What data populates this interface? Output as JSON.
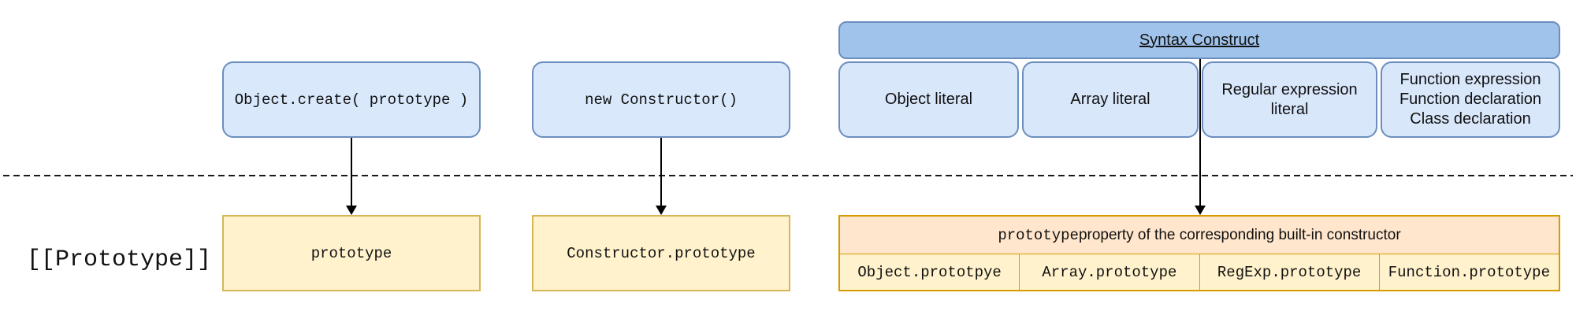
{
  "palette": {
    "blue_fill": "#dae8fc",
    "blue_border": "#6c8ebf",
    "blue_header_fill": "#a0c3eb",
    "yellow_fill": "#fff2cc",
    "yellow_border": "#d6b656",
    "orange_fill": "#ffe6cc",
    "orange_border": "#d79b00",
    "line_color": "#000000"
  },
  "top_row": {
    "object_create_label": "Object.create( prototype )",
    "new_constructor_label": "new Constructor()",
    "syntax_construct": {
      "title": "Syntax Construct",
      "items": {
        "object_literal": "Object literal",
        "array_literal": "Array literal",
        "regexp_literal": "Regular expression literal",
        "function_lines": [
          "Function expression",
          "Function declaration",
          "Class declaration"
        ]
      }
    }
  },
  "bottom_row": {
    "prototype_label": "[[Prototype]]",
    "prototype_box": "prototype",
    "constructor_prototype_box": "Constructor.prototype",
    "builtin_constructor": {
      "header_code": "prototype",
      "header_rest": " property of the corresponding built-in constructor",
      "cells": [
        "Object.prototpye",
        "Array.prototype",
        "RegExp.prototype",
        "Function.prototype"
      ]
    }
  }
}
